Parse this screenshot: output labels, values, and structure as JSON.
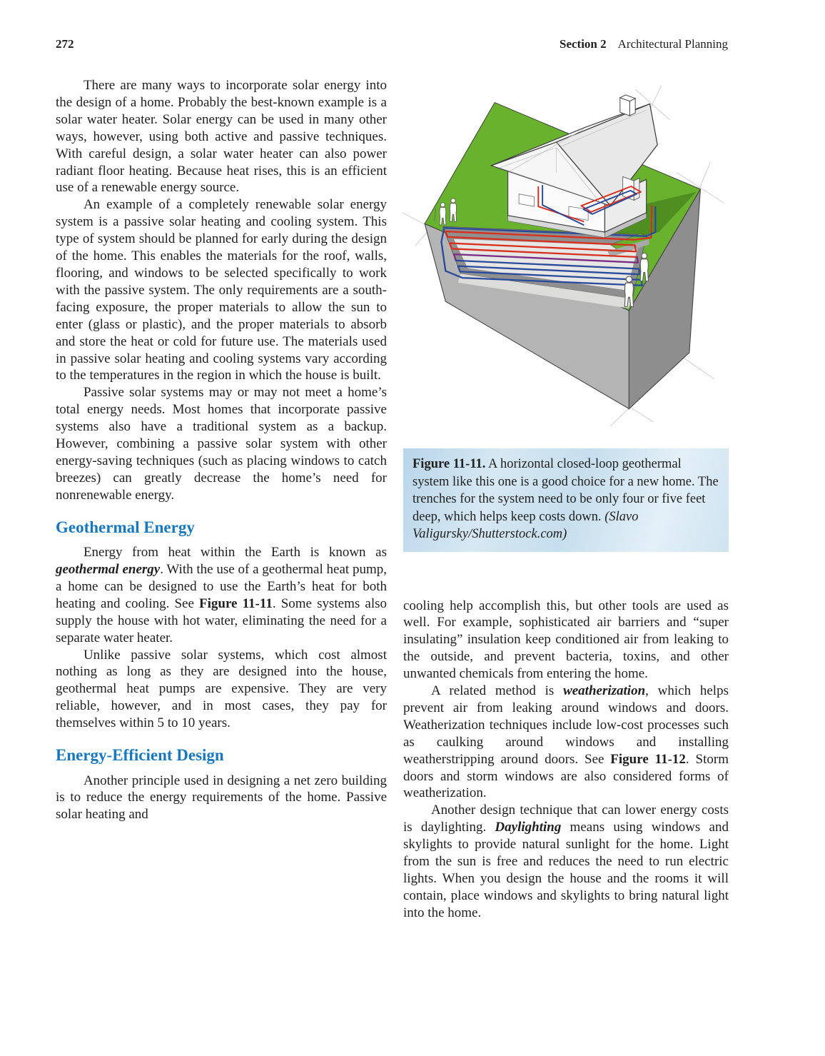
{
  "header": {
    "page_number": "272",
    "section_label": "Section 2",
    "section_title": "Architectural Planning"
  },
  "left_column": {
    "p1": "There are many ways to incorporate solar energy into the design of a home. Probably the best-known example is a solar water heater. Solar energy can be used in many other ways, however, using both active and passive techniques. With careful design, a solar water heater can also power radiant floor heating. Because heat rises, this is an efficient use of a renewable energy source.",
    "p2": "An example of a completely renewable solar energy system is a passive solar heating and cooling system. This type of system should be planned for early during the design of the home. This enables the materials for the roof, walls, flooring, and windows to be selected specifically to work with the passive system. The only requirements are a south-facing exposure, the proper materials to allow the sun to enter (glass or plastic), and the proper materials to absorb and store the heat or cold for future use. The materials used in passive solar heating and cooling systems vary according to the temperatures in the region in which the house is built.",
    "p3": "Passive solar systems may or may not meet a home’s total energy needs. Most homes that incorporate passive systems also have a traditional system as a backup. However, combining a passive solar system with other energy-saving techniques (such as placing windows to catch breezes) can greatly decrease the home’s need for nonrenewable energy.",
    "h1": "Geothermal Energy",
    "p4": [
      "Energy from heat within the Earth is known as ",
      "geothermal energy",
      ". With the use of a geothermal heat pump, a home can be designed to use the Earth’s heat for both heating and cooling. See ",
      "Figure 11-11",
      ". Some systems also supply the house with hot water, eliminating the need for a separate water heater."
    ],
    "p5": "Unlike passive solar systems, which cost almost nothing as long as they are designed into the house, geothermal heat pumps are expensive. They are very reliable, however, and in most cases, they pay for themselves within 5 to 10 years.",
    "h2": "Energy-Efficient Design",
    "p6": "Another principle used in designing a net zero building is to reduce the energy requirements of the home. Passive solar heating and"
  },
  "right_column": {
    "figure": {
      "caption_label": "Figure 11-11.",
      "caption_text": "A horizontal closed-loop geothermal system like this one is a good choice for a new home. The trenches for the system need to be only four or five feet deep, which helps keep costs down.",
      "credit": "(Slavo Valigursky/Shutterstock.com)"
    },
    "p1": "cooling help accomplish this, but other tools are used as well. For example, sophisticated air barriers and “super insulating” insulation keep conditioned air from leaking to the outside, and prevent bacteria, toxins, and other unwanted chemicals from entering the home.",
    "p2": [
      "A related method is ",
      "weatherization",
      ", which helps prevent air from leaking around windows and doors. Weatherization techniques include low-cost processes such as caulking around windows and installing weatherstripping around doors. See ",
      "Figure 11-12",
      ". Storm doors and storm windows are also considered forms of weatherization."
    ],
    "p3": [
      "Another design technique that can lower energy costs is daylighting. ",
      "Daylighting",
      " means using windows and skylights to provide natural sunlight for the home. Light from the sun is free and reduces the need to run electric lights. When you design the house and the rooms it will contain, place windows and skylights to bring natural light into the home."
    ]
  },
  "colors": {
    "heading_blue": "#1878bd",
    "caption_background": "#cfe3f0",
    "lawn_green": "#69b22e",
    "pipe_red": "#d7301f",
    "pipe_blue": "#2a4b9b",
    "earth_gray": "#b4b4b4"
  }
}
